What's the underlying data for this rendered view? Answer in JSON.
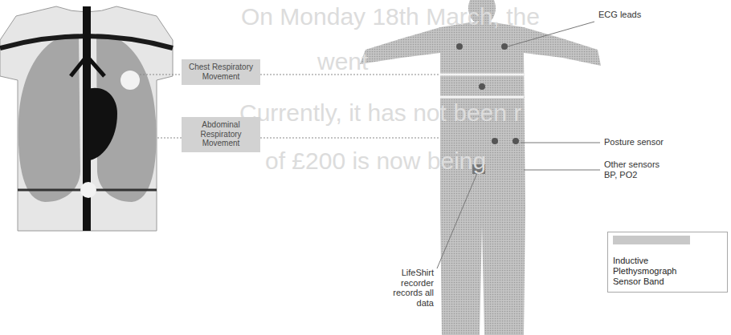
{
  "diagram": {
    "nodes": [
      {
        "text": [
          "Chest Respiratory Movement"
        ]
      },
      {
        "text": [
          "Abdominal Respiratory Movement"
        ]
      },
      {
        "text": [
          "Inductive Plethysmograph Sensor Band"
        ]
      }
    ],
    "labels": [
      "ECG leads",
      "Posture sensor",
      "Other sensors BP, PO2",
      "LifeShirt recorder records all data",
      "On Monday 18th March, the",
      "went",
      "Currently, it has not been r",
      "of £200 is now being"
    ]
  }
}
